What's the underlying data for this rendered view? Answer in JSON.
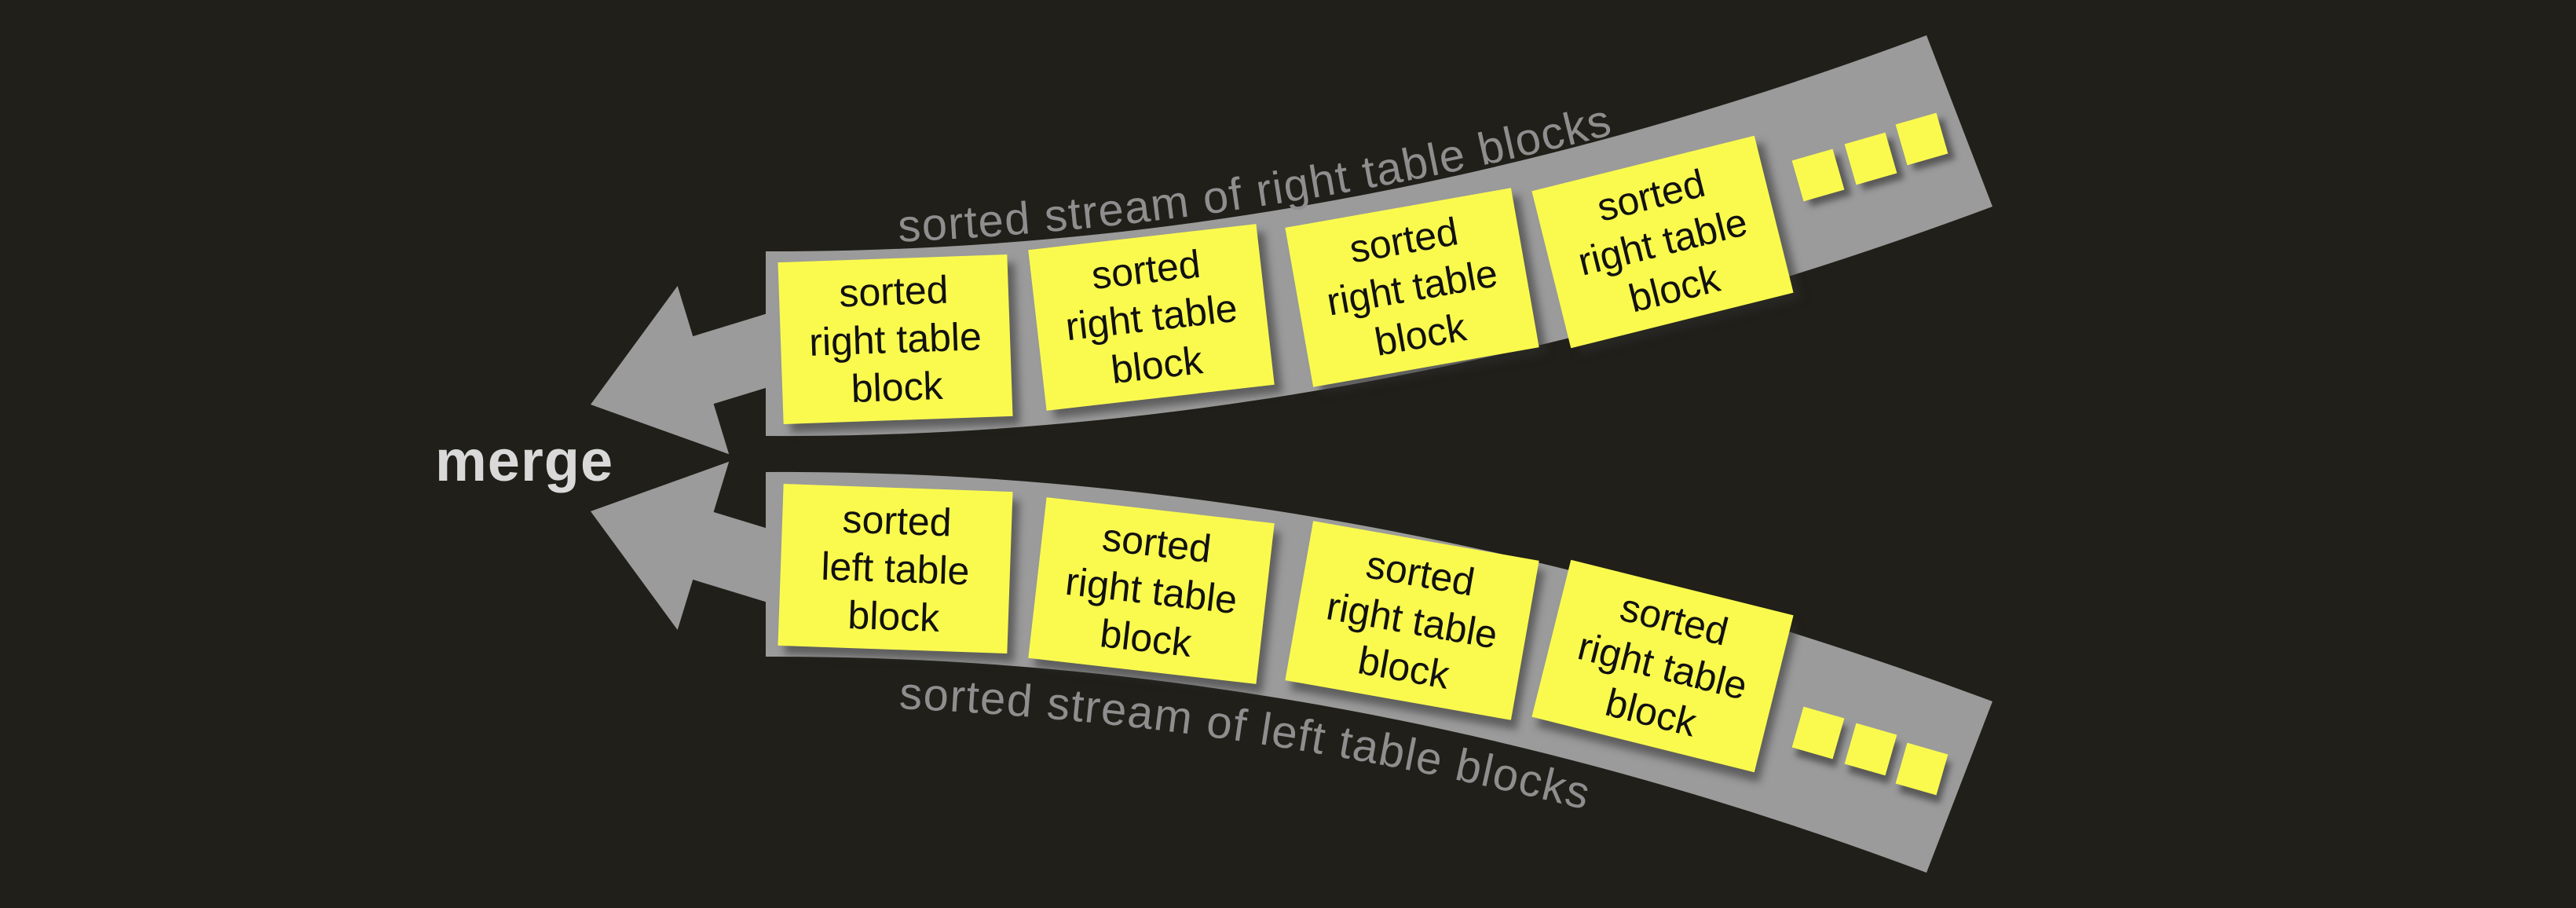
{
  "colors": {
    "background": "#201f19",
    "band_gray": "#9b9b9b",
    "block_yellow": "#fafa4e",
    "block_text": "#111111",
    "stream_label_gray": "#8e8e8e",
    "merge_text_gray": "#d9d9d9"
  },
  "merge": {
    "label": "merge"
  },
  "streams": {
    "top": {
      "label": "sorted stream of right table blocks",
      "blocks": [
        {
          "text": "sorted\nright table\nblock"
        },
        {
          "text": "sorted\nright table\nblock"
        },
        {
          "text": "sorted\nright table\nblock"
        },
        {
          "text": "sorted\nright table\nblock"
        }
      ],
      "ellipsis_count": 3
    },
    "bottom": {
      "label": "sorted stream of left table blocks",
      "blocks": [
        {
          "text": "sorted\nleft table\nblock"
        },
        {
          "text": "sorted\nright table\nblock"
        },
        {
          "text": "sorted\nright table\nblock"
        },
        {
          "text": "sorted\nright table\nblock"
        }
      ],
      "ellipsis_count": 3
    }
  }
}
